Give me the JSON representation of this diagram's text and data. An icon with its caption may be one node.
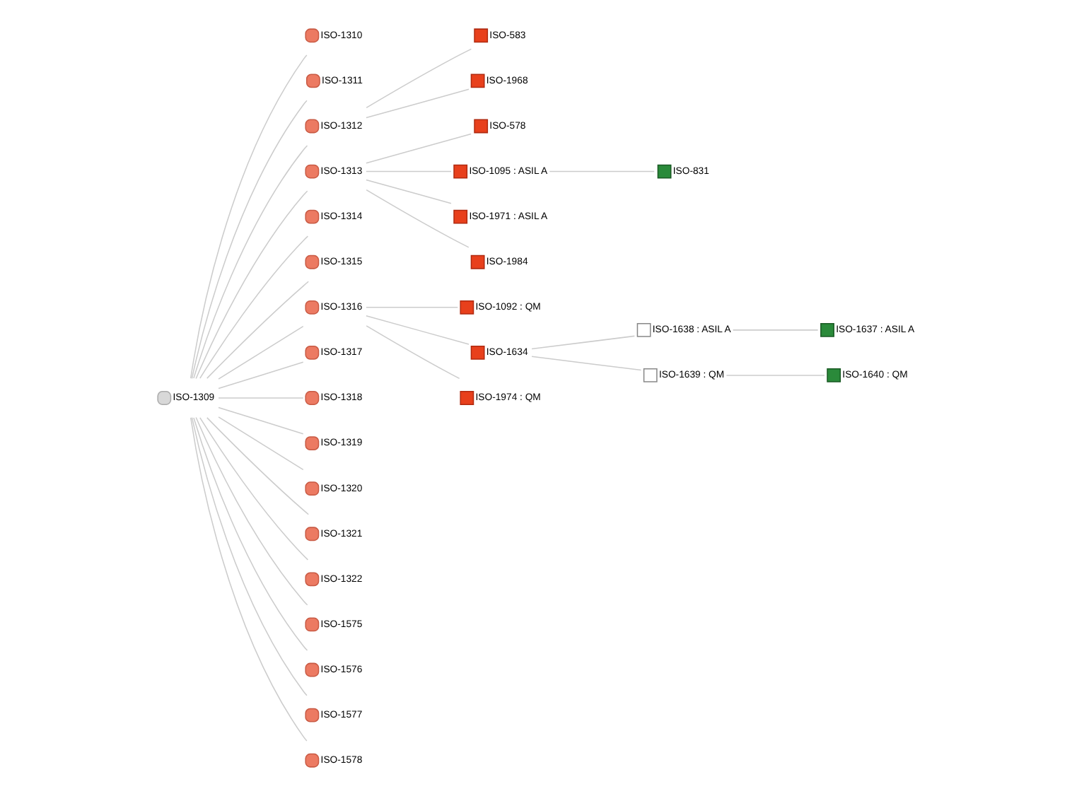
{
  "diagram": {
    "nodes": [
      {
        "text": [
          "ISO-1309"
        ]
      },
      {
        "text": [
          "ISO-1310"
        ]
      },
      {
        "text": [
          "ISO-1311"
        ]
      },
      {
        "text": [
          "ISO-1312"
        ]
      },
      {
        "text": [
          "ISO-1313"
        ]
      },
      {
        "text": [
          "ISO-1314"
        ]
      },
      {
        "text": [
          "ISO-1315"
        ]
      },
      {
        "text": [
          "ISO-1316"
        ]
      },
      {
        "text": [
          "ISO-1317"
        ]
      },
      {
        "text": [
          "ISO-1318"
        ]
      },
      {
        "text": [
          "ISO-1319"
        ]
      },
      {
        "text": [
          "ISO-1320"
        ]
      },
      {
        "text": [
          "ISO-1321"
        ]
      },
      {
        "text": [
          "ISO-1322"
        ]
      },
      {
        "text": [
          "ISO-1575"
        ]
      },
      {
        "text": [
          "ISO-1576"
        ]
      },
      {
        "text": [
          "ISO-1577"
        ]
      },
      {
        "text": [
          "ISO-1578"
        ]
      },
      {
        "text": [
          "ISO-583"
        ]
      },
      {
        "text": [
          "ISO-1968"
        ]
      },
      {
        "text": [
          "ISO-578"
        ]
      },
      {
        "text": [
          "ISO-1095 : ASIL A"
        ]
      },
      {
        "text": [
          "ISO-1971 : ASIL A"
        ]
      },
      {
        "text": [
          "ISO-1984"
        ]
      },
      {
        "text": [
          "ISO-1092 : QM"
        ]
      },
      {
        "text": [
          "ISO-1634"
        ]
      },
      {
        "text": [
          "ISO-1974 : QM"
        ]
      },
      {
        "text": [
          "ISO-831"
        ]
      },
      {
        "text": [
          "ISO-1638 : ASIL A"
        ]
      },
      {
        "text": [
          "ISO-1639 : QM"
        ]
      },
      {
        "text": [
          "ISO-1637 : ASIL A"
        ]
      },
      {
        "text": [
          "ISO-1640 : QM"
        ]
      }
    ],
    "edges": [
      {
        "from": 0,
        "to": 1,
        "arrow": "none"
      },
      {
        "from": 0,
        "to": 2,
        "arrow": "none"
      },
      {
        "from": 0,
        "to": 3,
        "arrow": "none"
      },
      {
        "from": 0,
        "to": 4,
        "arrow": "none"
      },
      {
        "from": 0,
        "to": 5,
        "arrow": "none"
      },
      {
        "from": 0,
        "to": 6,
        "arrow": "none"
      },
      {
        "from": 0,
        "to": 7,
        "arrow": "none"
      },
      {
        "from": 0,
        "to": 8,
        "arrow": "none"
      },
      {
        "from": 0,
        "to": 9,
        "arrow": "none"
      },
      {
        "from": 0,
        "to": 10,
        "arrow": "none"
      },
      {
        "from": 0,
        "to": 11,
        "arrow": "none"
      },
      {
        "from": 0,
        "to": 12,
        "arrow": "none"
      },
      {
        "from": 0,
        "to": 13,
        "arrow": "none"
      },
      {
        "from": 0,
        "to": 14,
        "arrow": "none"
      },
      {
        "from": 0,
        "to": 15,
        "arrow": "none"
      },
      {
        "from": 0,
        "to": 16,
        "arrow": "none"
      },
      {
        "from": 0,
        "to": 17,
        "arrow": "none"
      },
      {
        "from": 3,
        "to": 18,
        "arrow": "none"
      },
      {
        "from": 3,
        "to": 19,
        "arrow": "none"
      },
      {
        "from": 4,
        "to": 20,
        "arrow": "none"
      },
      {
        "from": 4,
        "to": 21,
        "arrow": "none"
      },
      {
        "from": 4,
        "to": 22,
        "arrow": "none"
      },
      {
        "from": 4,
        "to": 23,
        "arrow": "none"
      },
      {
        "from": 7,
        "to": 24,
        "arrow": "none"
      },
      {
        "from": 7,
        "to": 25,
        "arrow": "none"
      },
      {
        "from": 7,
        "to": 26,
        "arrow": "none"
      },
      {
        "from": 21,
        "to": 27,
        "arrow": "none"
      },
      {
        "from": 25,
        "to": 28,
        "arrow": "none"
      },
      {
        "from": 25,
        "to": 29,
        "arrow": "none"
      },
      {
        "from": 28,
        "to": 30,
        "arrow": "none"
      },
      {
        "from": 29,
        "to": 31,
        "arrow": "none"
      }
    ]
  }
}
